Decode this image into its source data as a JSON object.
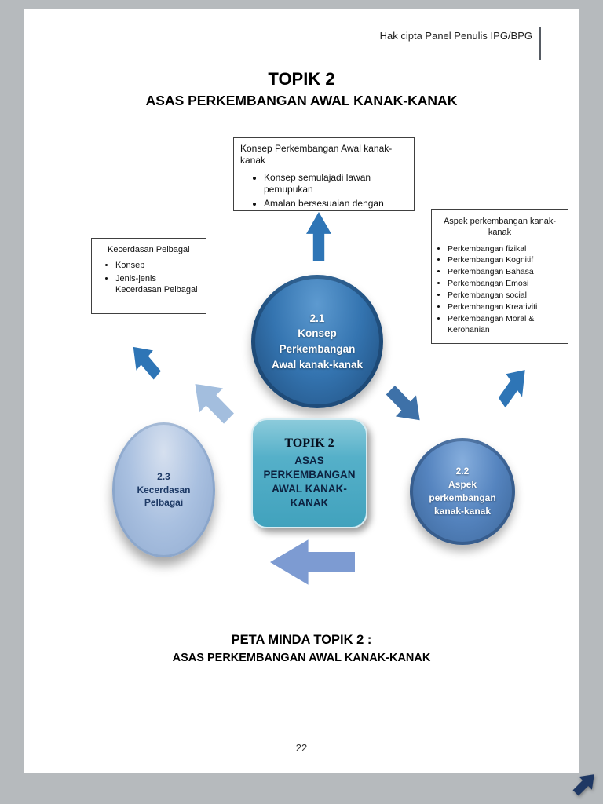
{
  "header": {
    "copyright": "Hak cipta Panel Penulis IPG/BPG"
  },
  "title": {
    "line1": "TOPIK 2",
    "line2": "ASAS PERKEMBANGAN AWAL KANAK-KANAK"
  },
  "callouts": {
    "top": {
      "title": "Konsep Perkembangan Awal kanak-kanak",
      "bullets": [
        "Konsep semulajadi lawan pemupukan",
        "Amalan bersesuaian dengan"
      ]
    },
    "right": {
      "title": "Aspek perkembangan kanak-kanak",
      "bullets": [
        "Perkembangan fizikal",
        "Perkembangan Kognitif",
        "Perkembangan Bahasa",
        "Perkembangan Emosi",
        "Perkembangan social",
        "Perkembangan Kreativiti",
        "Perkembangan Moral & Kerohanian"
      ]
    },
    "left": {
      "title": "Kecerdasan Pelbagai",
      "bullets": [
        "Konsep",
        "Jenis-jenis Kecerdasan Pelbagai"
      ]
    }
  },
  "diagram": {
    "center": {
      "title": "TOPIK 2",
      "lines": [
        "ASAS",
        "PERKEMBANGAN",
        "AWAL KANAK-",
        "KANAK"
      ]
    },
    "circle1": {
      "number": "2.1",
      "lines": [
        "Konsep",
        "Perkembangan",
        "Awal kanak-kanak"
      ]
    },
    "circle2": {
      "number": "2.2",
      "lines": [
        "Aspek",
        "perkembangan",
        "kanak-kanak"
      ]
    },
    "circle3": {
      "number": "2.3",
      "lines": [
        "Kecerdasan",
        "Pelbagai"
      ]
    }
  },
  "caption": {
    "line1": "PETA MINDA TOPIK 2 :",
    "line2": "ASAS PERKEMBANGAN AWAL KANAK-KANAK"
  },
  "footer": {
    "page_number": "22"
  },
  "icons": {
    "corner": "next-page-arrow"
  },
  "colors": {
    "arrow_dark": "#2e75b6",
    "arrow_mid": "#3e71a8",
    "arrow_light": "#a3bede",
    "arrow_bottom": "#7d9bd2",
    "corner_arrow": "#1f3864",
    "circle1_fill": "#2e6da4",
    "circle2_fill": "#4f81bd",
    "circle3_fill": "#a9c0e0",
    "center_fill": "#4bacc6"
  }
}
